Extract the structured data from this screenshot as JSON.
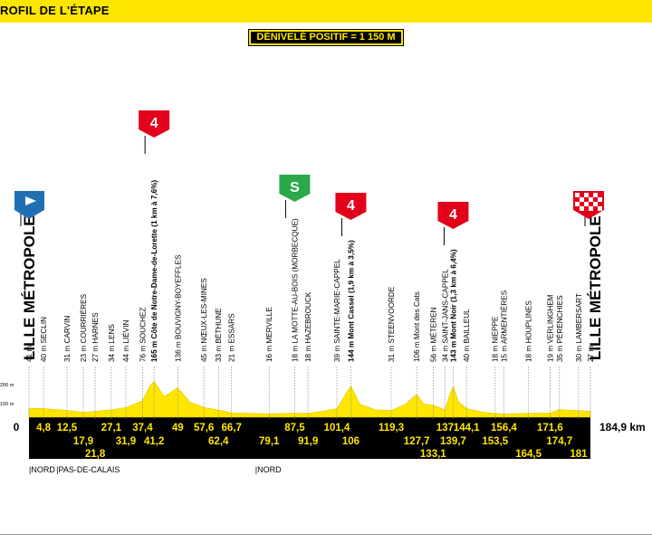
{
  "header": {
    "title": "ROFIL DE L'ÉTAPE"
  },
  "badge": {
    "text": "DÉNIVELÉ POSITIF = 1 150 M"
  },
  "colors": {
    "yellow": "#ffe600",
    "black": "#000000",
    "climb_red": "#e2001a",
    "sprint_green": "#2aa84a",
    "start_blue": "#1f6fb3"
  },
  "chart_data": {
    "type": "area",
    "title": "",
    "xlabel": "",
    "ylabel": "",
    "x_unit": "km",
    "xlim": [
      0,
      184.9
    ],
    "ylim": [
      0,
      200
    ],
    "y_ticks": [
      "200 m",
      "100 m"
    ],
    "start_label": "0",
    "end_label": "184,9 km",
    "start_name": "LILLE MÉTROPOLE",
    "finish_name": "LILLE MÉTROPOLE",
    "profile": [
      {
        "x": 0,
        "y": 41
      },
      {
        "x": 4.8,
        "y": 40
      },
      {
        "x": 12.5,
        "y": 31
      },
      {
        "x": 17.9,
        "y": 23
      },
      {
        "x": 21.8,
        "y": 27
      },
      {
        "x": 27.1,
        "y": 34
      },
      {
        "x": 31.9,
        "y": 44
      },
      {
        "x": 37.4,
        "y": 76
      },
      {
        "x": 39.6,
        "y": 140
      },
      {
        "x": 41.2,
        "y": 165
      },
      {
        "x": 44.5,
        "y": 95
      },
      {
        "x": 49,
        "y": 136
      },
      {
        "x": 53,
        "y": 70
      },
      {
        "x": 57.6,
        "y": 45
      },
      {
        "x": 62.4,
        "y": 33
      },
      {
        "x": 66.7,
        "y": 21
      },
      {
        "x": 72,
        "y": 18
      },
      {
        "x": 79.1,
        "y": 16
      },
      {
        "x": 87.5,
        "y": 18
      },
      {
        "x": 91.9,
        "y": 18
      },
      {
        "x": 97,
        "y": 28
      },
      {
        "x": 101.4,
        "y": 39
      },
      {
        "x": 104,
        "y": 100
      },
      {
        "x": 106,
        "y": 144
      },
      {
        "x": 109,
        "y": 60
      },
      {
        "x": 114,
        "y": 34
      },
      {
        "x": 119.3,
        "y": 31
      },
      {
        "x": 124,
        "y": 60
      },
      {
        "x": 127.7,
        "y": 106
      },
      {
        "x": 130,
        "y": 60
      },
      {
        "x": 133.1,
        "y": 56
      },
      {
        "x": 137,
        "y": 34
      },
      {
        "x": 138.5,
        "y": 100
      },
      {
        "x": 139.7,
        "y": 143
      },
      {
        "x": 141.5,
        "y": 70
      },
      {
        "x": 144.1,
        "y": 40
      },
      {
        "x": 150,
        "y": 22
      },
      {
        "x": 153.5,
        "y": 18
      },
      {
        "x": 156.4,
        "y": 15
      },
      {
        "x": 164.5,
        "y": 18
      },
      {
        "x": 171.6,
        "y": 19
      },
      {
        "x": 174.7,
        "y": 35
      },
      {
        "x": 181,
        "y": 30
      },
      {
        "x": 184.9,
        "y": 27
      }
    ],
    "top_km_labels": [
      {
        "km": 4.8,
        "text": "4,8"
      },
      {
        "km": 12.5,
        "text": "12,5"
      },
      {
        "km": 27.1,
        "text": "27,1"
      },
      {
        "km": 37.4,
        "text": "37,4"
      },
      {
        "km": 49,
        "text": "49"
      },
      {
        "km": 57.6,
        "text": "57,6"
      },
      {
        "km": 66.7,
        "text": "66,7"
      },
      {
        "km": 87.5,
        "text": "87,5"
      },
      {
        "km": 101.4,
        "text": "101,4"
      },
      {
        "km": 119.3,
        "text": "119,3"
      },
      {
        "km": 137,
        "text": "137"
      },
      {
        "km": 144.1,
        "text": "144,1"
      },
      {
        "km": 156.4,
        "text": "156,4"
      },
      {
        "km": 171.6,
        "text": "171,6"
      }
    ],
    "mid_km_labels": [
      {
        "km": 17.9,
        "text": "17,9"
      },
      {
        "km": 31.9,
        "text": "31,9"
      },
      {
        "km": 41.2,
        "text": "41,2"
      },
      {
        "km": 62.4,
        "text": "62,4"
      },
      {
        "km": 79.1,
        "text": "79,1"
      },
      {
        "km": 91.9,
        "text": "91,9"
      },
      {
        "km": 106,
        "text": "106"
      },
      {
        "km": 127.7,
        "text": "127,7"
      },
      {
        "km": 139.7,
        "text": "139,7"
      },
      {
        "km": 153.5,
        "text": "153,5"
      },
      {
        "km": 174.7,
        "text": "174,7"
      }
    ],
    "low_km_labels": [
      {
        "km": 21.8,
        "text": "21,8"
      },
      {
        "km": 133.1,
        "text": "133,1"
      },
      {
        "km": 164.5,
        "text": "164,5"
      },
      {
        "km": 181,
        "text": "181"
      }
    ],
    "places": [
      {
        "km": 0,
        "text": "41 m"
      },
      {
        "km": 4.8,
        "text": "40 m SECLIN"
      },
      {
        "km": 12.5,
        "text": "31 m CARVIN"
      },
      {
        "km": 17.9,
        "text": "23 m COURRIÈRES"
      },
      {
        "km": 21.8,
        "text": "27 m HARNES"
      },
      {
        "km": 27.1,
        "text": "34 m LENS"
      },
      {
        "km": 31.9,
        "text": "44 m LIÉVIN"
      },
      {
        "km": 37.4,
        "text": "76 m SOUCHEZ"
      },
      {
        "km": 41.2,
        "text": "165 m Côte de Notre-Dame-de-Lorette (1 km à 7,6%)",
        "bold": true
      },
      {
        "km": 49,
        "text": "136 m BOUVIGNY-BOYEFFLES"
      },
      {
        "km": 57.6,
        "text": "45 m NŒUX-LES-MINES"
      },
      {
        "km": 62.4,
        "text": "33 m BÉTHUNE"
      },
      {
        "km": 66.7,
        "text": "21 m ESSARS"
      },
      {
        "km": 79.1,
        "text": "16 m MERVILLE"
      },
      {
        "km": 87.5,
        "text": "18 m LA MOTTE-AU-BOIS (MORBECQUE)"
      },
      {
        "km": 91.9,
        "text": "18 m HAZEBROUCK"
      },
      {
        "km": 101.4,
        "text": "39 m SAINTE-MARIE-CAPPEL"
      },
      {
        "km": 106,
        "text": "144 m Mont Cassel (1,9 km à 3,5%)",
        "bold": true
      },
      {
        "km": 119.3,
        "text": "31 m STEENVOORDE"
      },
      {
        "km": 127.7,
        "text": "106 m Mont des Cats"
      },
      {
        "km": 133.1,
        "text": "56 m MÉTEREN"
      },
      {
        "km": 137,
        "text": "34 m SAINT-JANS-CAPPEL"
      },
      {
        "km": 139.7,
        "text": "143 m Mont Noir (1,3 km à 6,4%)",
        "bold": true
      },
      {
        "km": 144.1,
        "text": "40 m BAILLEUL"
      },
      {
        "km": 153.5,
        "text": "18 m NIEPPE"
      },
      {
        "km": 156.4,
        "text": "15 m ARMENTIÈRES"
      },
      {
        "km": 164.5,
        "text": "18 m HOUPLINES"
      },
      {
        "km": 171.6,
        "text": "19 m VERLINGHEM"
      },
      {
        "km": 174.7,
        "text": "35 m PÉRENCHIES"
      },
      {
        "km": 181,
        "text": "30 m LAMBERSART"
      },
      {
        "km": 184.9,
        "text": "27 m"
      }
    ],
    "markers": [
      {
        "km": 41.2,
        "type": "climb",
        "text": "4"
      },
      {
        "km": 87.5,
        "type": "sprint",
        "text": "S"
      },
      {
        "km": 106,
        "type": "climb",
        "text": "4"
      },
      {
        "km": 139.7,
        "type": "climb",
        "text": "4"
      }
    ],
    "regions": [
      {
        "km": 0,
        "text": "|NORD"
      },
      {
        "km": 9,
        "text": "|PAS-DE-CALAIS"
      },
      {
        "km": 74.5,
        "text": "|NORD"
      }
    ]
  }
}
